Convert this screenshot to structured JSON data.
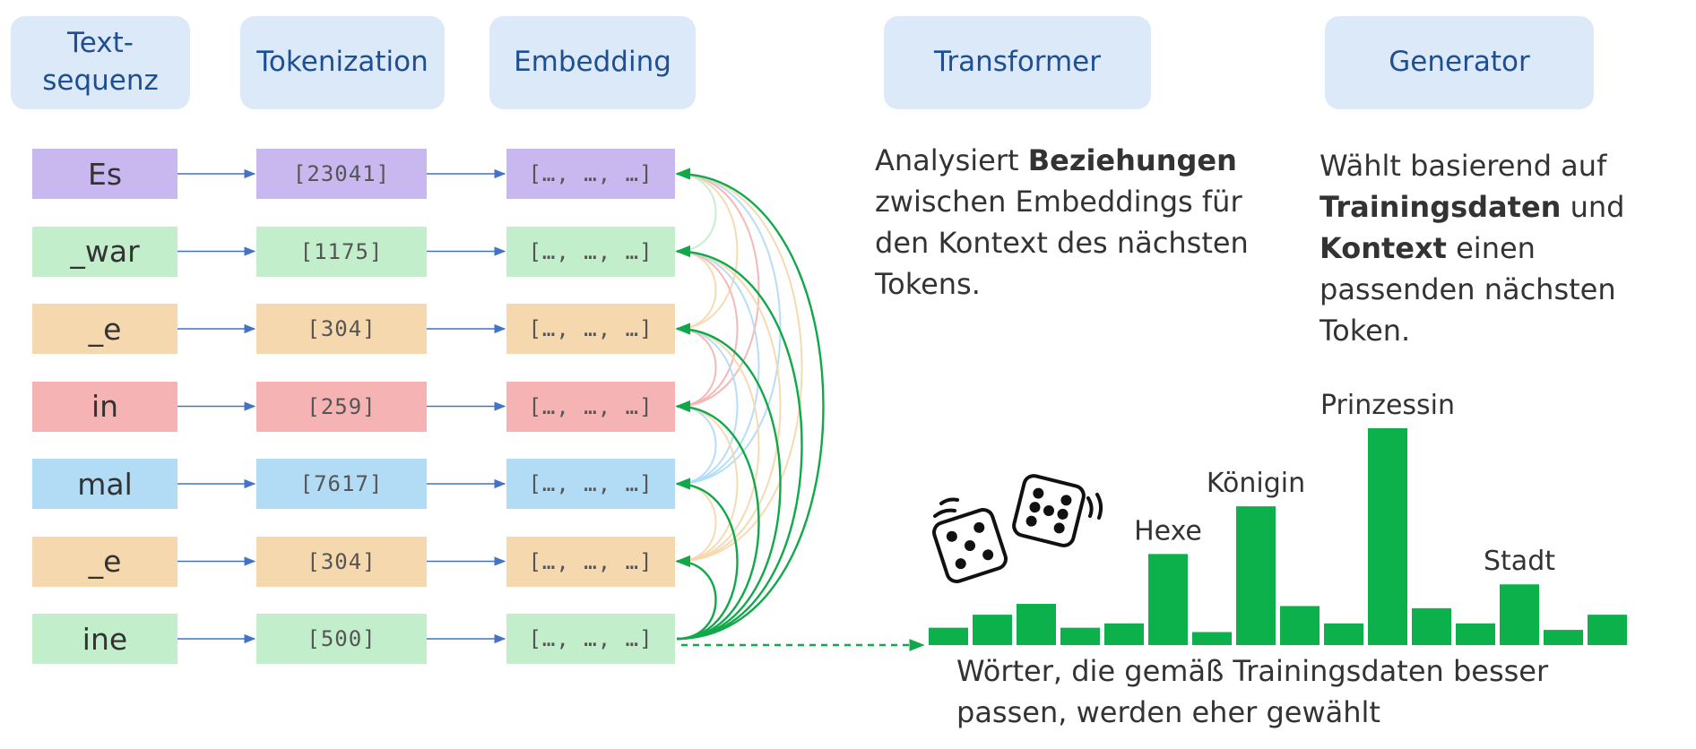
{
  "headers": {
    "textsequenz_line1": "Text-",
    "textsequenz_line2": "sequenz",
    "tokenization": "Tokenization",
    "embedding": "Embedding",
    "transformer": "Transformer",
    "generator": "Generator"
  },
  "tokens": [
    {
      "text": "Es",
      "id": "[23041]",
      "embedding": "[…, …, …]",
      "color": "#c9b8ef"
    },
    {
      "text": "_war",
      "id": "[1175]",
      "embedding": "[…, …, …]",
      "color": "#c3eecb"
    },
    {
      "text": "_e",
      "id": "[304]",
      "embedding": "[…, …, …]",
      "color": "#f6d8ae"
    },
    {
      "text": "in",
      "id": "[259]",
      "embedding": "[…, …, …]",
      "color": "#f6b3b3"
    },
    {
      "text": "mal",
      "id": "[7617]",
      "embedding": "[…, …, …]",
      "color": "#b2dcf5"
    },
    {
      "text": "_e",
      "id": "[304]",
      "embedding": "[…, …, …]",
      "color": "#f6d8ae"
    },
    {
      "text": "ine",
      "id": "[500]",
      "embedding": "[…, …, …]",
      "color": "#c3eecb"
    }
  ],
  "transformer_desc": {
    "part1": "Analysiert ",
    "bold1": "Beziehungen",
    "part2": " zwischen Embeddings für den Kontext des nächsten Tokens."
  },
  "generator_desc": {
    "part1": "Wählt basierend auf ",
    "bold1": "Trainingsdaten",
    "part2": " und ",
    "bold2": "Kontext",
    "part3": " einen passenden nächsten Token."
  },
  "distribution": {
    "bars": [
      {
        "value": 0.08
      },
      {
        "value": 0.14
      },
      {
        "value": 0.19
      },
      {
        "value": 0.08
      },
      {
        "value": 0.1
      },
      {
        "value": 0.42,
        "label": "Hexe"
      },
      {
        "value": 0.06
      },
      {
        "value": 0.64,
        "label": "Königin"
      },
      {
        "value": 0.18
      },
      {
        "value": 0.1
      },
      {
        "value": 1.0,
        "label": "Prinzessin"
      },
      {
        "value": 0.17
      },
      {
        "value": 0.1
      },
      {
        "value": 0.28,
        "label": "Stadt"
      },
      {
        "value": 0.07
      },
      {
        "value": 0.14
      }
    ],
    "caption_line1": "Wörter, die gemäß Trainingsdaten besser",
    "caption_line2": "passen, werden eher gewählt"
  },
  "colors": {
    "header_bg": "#dce9f8",
    "header_text": "#1f4f93",
    "bar_green": "#0cb14b",
    "arrow_blue": "#4472c4",
    "attention_green": "#11a84a"
  },
  "icons": [
    "dice-icon",
    "dice-icon"
  ]
}
